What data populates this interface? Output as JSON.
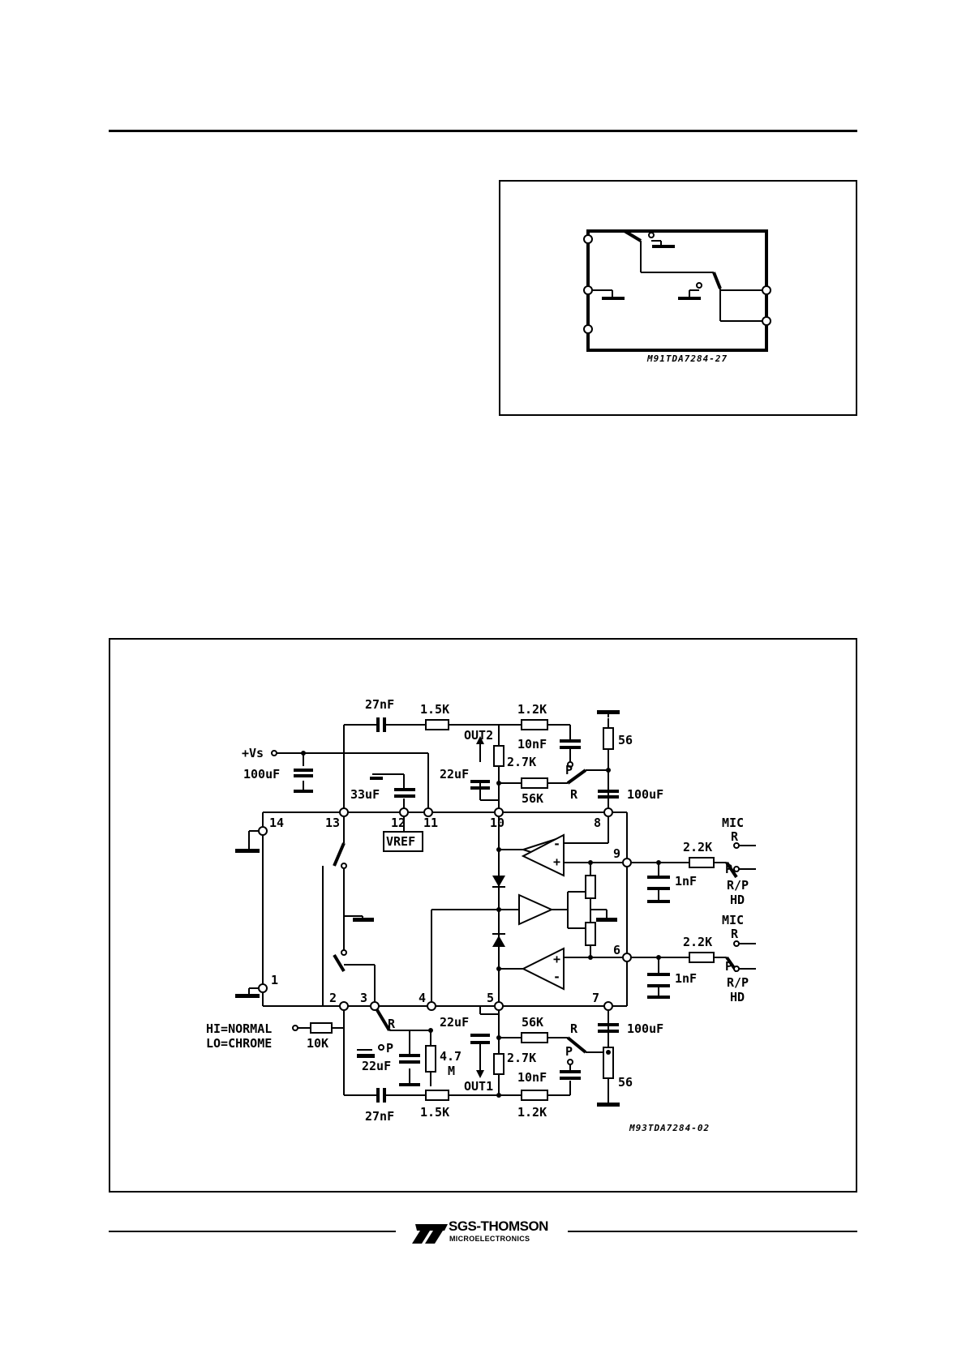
{
  "fig1": {
    "ref": "M91TDA7284-27"
  },
  "fig2": {
    "ref": "M93TDA7284-02",
    "labels": {
      "c27nf_top": "27nF",
      "r15k_top": "1.5K",
      "r12k_top": "1.2K",
      "r56_top": "56",
      "out2": "OUT2",
      "c10nf_top": "10nF",
      "p_top": "P",
      "r27k_top": "2.7K",
      "c22uf_top": "22uF",
      "r56k_top": "56K",
      "r_top": "R",
      "c100uf_top": "100uF",
      "vs": "+Vs",
      "c100uf_vs": "100uF",
      "c33uf": "33uF",
      "vref": "VREF",
      "pin14": "14",
      "pin13": "13",
      "pin12": "12",
      "pin11": "11",
      "pin10": "10",
      "pin8": "8",
      "pin9": "9",
      "pin6": "6",
      "pin1": "1",
      "pin2": "2",
      "pin3": "3",
      "pin4": "4",
      "pin5": "5",
      "pin7": "7",
      "r22k_a": "2.2K",
      "r22k_b": "2.2K",
      "c1nf_a": "1nF",
      "c1nf_b": "1nF",
      "mic_a": "MIC",
      "r_a": "R",
      "p_a": "P",
      "rp_a": "R/P",
      "hd_a": "HD",
      "mic_b": "MIC",
      "r_b": "R",
      "p_b": "P",
      "rp_b": "R/P",
      "hd_b": "HD",
      "hi_normal": "HI=NORMAL",
      "lo_chrome": "LO=CHROME",
      "r10k": "10K",
      "r_sw3": "R",
      "p_sw3": "P",
      "c22uf_low": "22uF",
      "r47m_a": "4.7",
      "r47m_b": "M",
      "c22uf_bot": "22uF",
      "r56k_bot": "56K",
      "r_bot": "R",
      "p_bot": "P",
      "c100uf_bot": "100uF",
      "r27k_bot": "2.7K",
      "out1": "OUT1",
      "c10nf_bot": "10nF",
      "r56_bot": "56",
      "c27nf_bot": "27nF",
      "r15k_bot": "1.5K",
      "r12k_bot": "1.2K",
      "plus_a": "+",
      "minus_a": "-",
      "plus_b": "+",
      "minus_b": "-"
    }
  },
  "footer": {
    "brand": "SGS-THOMSON",
    "sub": "MICROELECTRONICS"
  }
}
